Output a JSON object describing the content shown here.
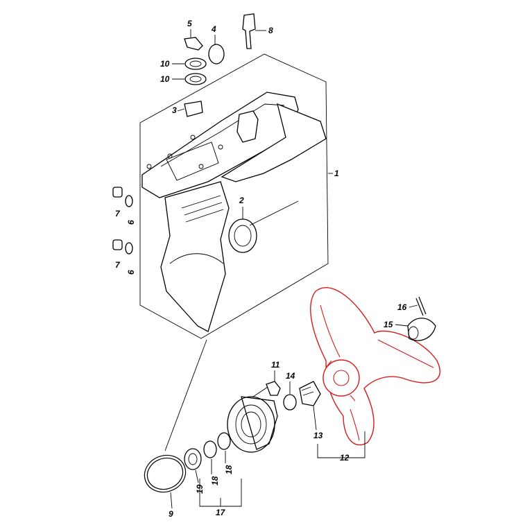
{
  "diagram": {
    "parts": [
      {
        "id": "p1",
        "number": "1"
      },
      {
        "id": "p2",
        "number": "2"
      },
      {
        "id": "p3",
        "number": "3"
      },
      {
        "id": "p4",
        "number": "4"
      },
      {
        "id": "p5",
        "number": "5"
      },
      {
        "id": "p6a",
        "number": "6"
      },
      {
        "id": "p6b",
        "number": "6"
      },
      {
        "id": "p7a",
        "number": "7"
      },
      {
        "id": "p7b",
        "number": "7"
      },
      {
        "id": "p8",
        "number": "8"
      },
      {
        "id": "p9",
        "number": "9"
      },
      {
        "id": "p10a",
        "number": "10"
      },
      {
        "id": "p10b",
        "number": "10"
      },
      {
        "id": "p11",
        "number": "11"
      },
      {
        "id": "p12",
        "number": "12"
      },
      {
        "id": "p13",
        "number": "13"
      },
      {
        "id": "p14",
        "number": "14"
      },
      {
        "id": "p15",
        "number": "15"
      },
      {
        "id": "p16",
        "number": "16"
      },
      {
        "id": "p17",
        "number": "17"
      },
      {
        "id": "p18a",
        "number": "18"
      },
      {
        "id": "p18b",
        "number": "18"
      },
      {
        "id": "p19",
        "number": "19"
      }
    ],
    "colors": {
      "line": "#000000",
      "highlight": "#d61a1a",
      "background": "#ffffff"
    }
  }
}
